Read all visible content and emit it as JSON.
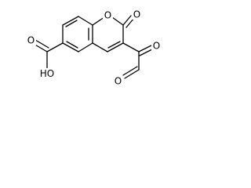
{
  "structure": {
    "atoms": {
      "ring_oxygen": "O",
      "lactone_carbonyl_oxygen": "O",
      "ketone_oxygen": "O",
      "aldehyde_oxygen": "O",
      "carboxylic_acid_oh": "HO",
      "carboxylic_acid_carbonyl_oxygen": "O"
    },
    "colors": {
      "bond": "#000000",
      "label": "#000000",
      "background": "#ffffff"
    }
  }
}
